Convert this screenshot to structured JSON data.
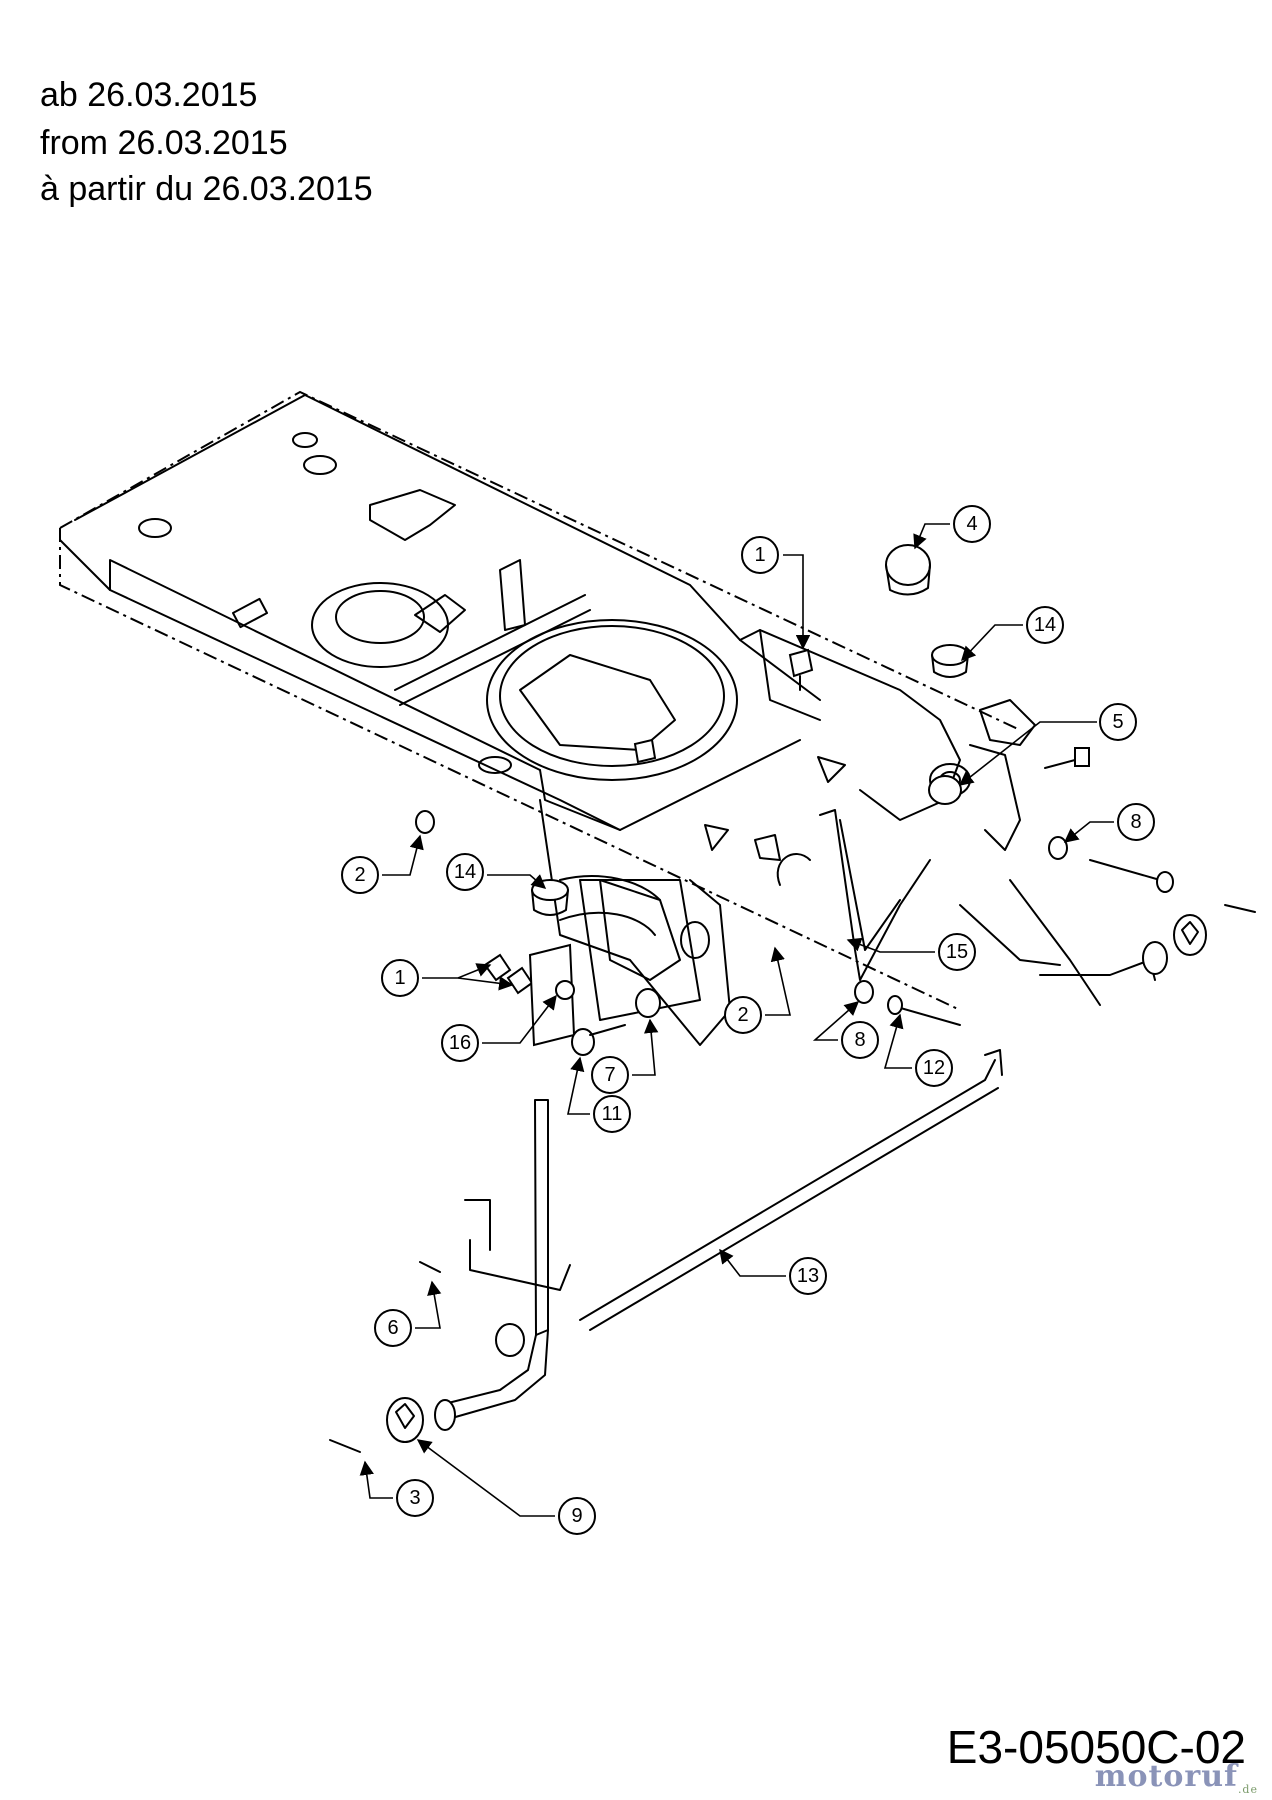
{
  "header": {
    "line_de": "ab 26.03.2015",
    "line_en": "from 26.03.2015",
    "line_fr": "à partir du 26.03.2015"
  },
  "diagram_code": "E3-05050C-02",
  "watermark": {
    "text": "motoruf",
    "suffix": ".de"
  },
  "callouts": [
    "1",
    "1",
    "2",
    "2",
    "3",
    "4",
    "5",
    "6",
    "7",
    "8",
    "8",
    "9",
    "11",
    "12",
    "13",
    "14",
    "14",
    "15",
    "16"
  ]
}
